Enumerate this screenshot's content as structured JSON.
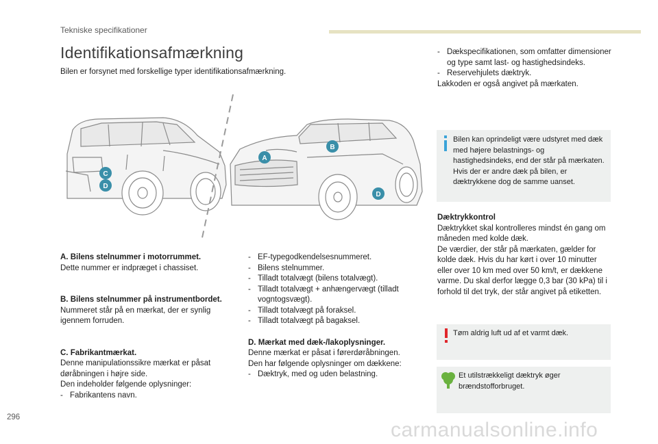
{
  "header": {
    "section": "Tekniske specifikationer",
    "title": "Identifikationsafmærkning",
    "intro": "Bilen er forsynet med forskellige typer identifikationsafmærkning."
  },
  "markers": {
    "a": "A",
    "b": "B",
    "c": "C",
    "d_left": "D",
    "d_right": "D"
  },
  "col1": {
    "a_title": "A. Bilens stelnummer i motorrummet.",
    "a_text": "Dette nummer er indpræget i chassiset.",
    "b_title": "B. Bilens stelnummer på instrumentbordet.",
    "b_text": "Nummeret står på en mærkat, der er synlig igennem forruden.",
    "c_title": "C. Fabrikantmærkat.",
    "c_text1": "Denne manipulationssikre mærkat er påsat døråbningen i højre side.",
    "c_text2": "Den indeholder følgende oplysninger:",
    "c_items": [
      "Fabrikantens navn."
    ]
  },
  "col2": {
    "items": [
      "EF-typegodkendelsesnummeret.",
      "Bilens stelnummer.",
      "Tilladt totalvægt (bilens totalvægt).",
      "Tilladt totalvægt + anhængervægt (tilladt vogntogsvægt).",
      "Tilladt totalvægt på foraksel.",
      "Tilladt totalvægt på bagaksel."
    ],
    "d_title": "D. Mærkat med dæk-/lakoplysninger.",
    "d_text1": "Denne mærkat er påsat i førerdøråbningen.",
    "d_text2": "Den har følgende oplysninger om dækkene:",
    "d_items": [
      "Dæktryk, med og uden belastning."
    ]
  },
  "col3": {
    "items": [
      "Dækspecifikationen, som omfatter dimensioner og type samt last- og hastighedsindeks.",
      "Reservehjulets dæktryk."
    ],
    "lak": "Lakkoden er også angivet på mærkaten.",
    "info_box": "Bilen kan oprindeligt være udstyret med dæk med højere belastnings- og hastighedsindeks, end der står på mærkaten. Hvis der er andre dæk på bilen, er dæktrykkene dog de samme uanset.",
    "tyre_title": "Dæktrykkontrol",
    "tyre_text1": "Dæktrykket skal kontrolleres mindst én gang om måneden med kolde dæk.",
    "tyre_text2": "De værdier, der står på mærkaten, gælder for kolde dæk. Hvis du har kørt i over 10 minutter eller over 10 km med over 50 km/t, er dækkene varme. Du skal derfor lægge 0,3 bar (30 kPa) til i forhold til det tryk, der står angivet på etiketten.",
    "warning_box": "Tøm aldrig luft ud af et varmt dæk.",
    "eco_box": "Et utilstrækkeligt dæktryk øger brændstofforbruget."
  },
  "footer": {
    "page_number": "296",
    "watermark": "carmanualsonline.info"
  },
  "colors": {
    "marker": "#3a8fa9",
    "info_icon": "#3aa3d8",
    "warning_icon": "#e0262b",
    "eco_icon": "#6ab23f",
    "box_bg": "#eef0ef",
    "header_bar": "#e6e2c2"
  }
}
